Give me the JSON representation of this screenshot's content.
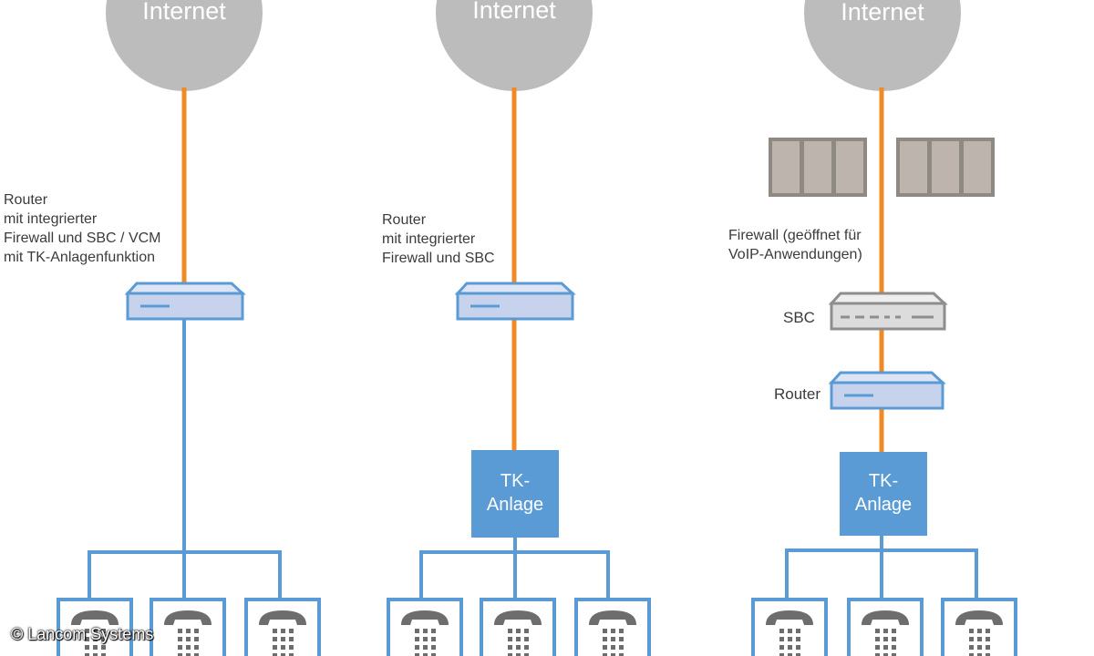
{
  "col1": {
    "internet": "Internet",
    "router_label": [
      "Router",
      "mit integrierter",
      "Firewall und SBC / VCM",
      "mit TK-Anlagenfunktion"
    ]
  },
  "col2": {
    "internet": "Internet",
    "router_label": [
      "Router",
      "mit integrierter",
      "Firewall und SBC"
    ],
    "pbx": [
      "TK-",
      "Anlage"
    ]
  },
  "col3": {
    "internet": "Internet",
    "firewall_label": [
      "Firewall (geöffnet für",
      "VoIP-Anwendungen)"
    ],
    "sbc_label": "SBC",
    "router_label": "Router",
    "pbx": [
      "TK-",
      "Anlage"
    ]
  },
  "copyright": "© Lancom Systems",
  "colors": {
    "internet_cloud": "#bcbcbc",
    "wan_line": "#f08a24",
    "lan_line": "#5b9bd5",
    "router_fill": "#c7d3ec",
    "pbx_fill": "#5b9bd5",
    "firewall_fill": "#bdb5ad",
    "sbc_fill": "#dcdcdc"
  }
}
